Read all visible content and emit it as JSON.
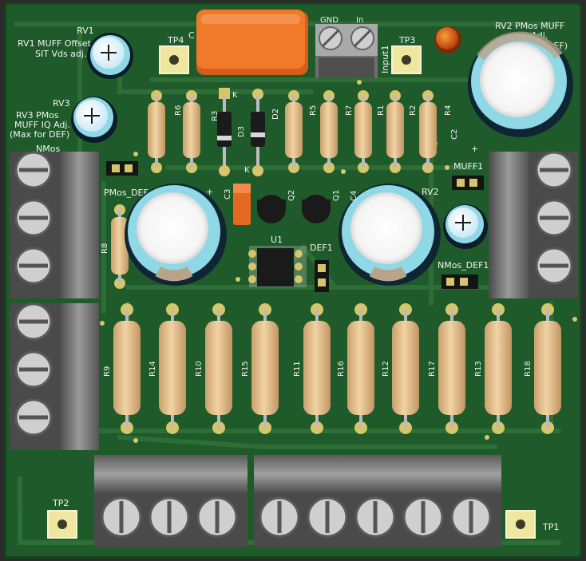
{
  "colors": {
    "board": "#1f5a2a",
    "board_dark": "#174822",
    "trace": "#2d6e36",
    "silk": "#f2f2f2",
    "resistor": "#e7c28c",
    "cap_orange": "#f07a2a",
    "cap_cyan": "#8fd8e6",
    "terminal_gray": "#8a8a8a",
    "pad_gold": "#d7c56c"
  },
  "texts": {
    "rv1": "RV1",
    "rv1_desc_1": "RV1 MUFF Offset",
    "rv1_desc_2": "SIT Vds adj.",
    "rv3": "RV3",
    "rv3_desc_1": "RV3 PMos",
    "rv3_desc_2": "MUFF IQ Adj.",
    "rv3_desc_3": "(Max for DEF)",
    "rv2_desc_1": "RV2 PMos MUFF",
    "rv2_desc_2": "IQ Adj.",
    "rv2_desc_3": "DEF)",
    "rv2": "RV2",
    "tp1": "TP1",
    "tp2": "TP2",
    "tp3": "TP3",
    "tp4": "TP4",
    "gnd": "GND",
    "in": "In",
    "input1": "Input1",
    "c1": "C",
    "c2": "C2",
    "c3": "C3",
    "c4": "C4",
    "q1": "Q1",
    "q2": "Q2",
    "u1": "U1",
    "d2": "D2",
    "d3": "D3",
    "k1": "K",
    "k2": "K",
    "def1": "DEF1",
    "muff1": "MUFF1",
    "pmos_def": "PMos_DEF",
    "nmos_def1": "NMos_DEF1",
    "nmos_top": "NMos",
    "plus": "+",
    "r_top": [
      "R6",
      "R3",
      "R5",
      "R7",
      "R1",
      "R2",
      "R4"
    ],
    "r8": "R8",
    "r_bottom": [
      "R9",
      "R14",
      "R10",
      "R15",
      "R11",
      "R16",
      "R12",
      "R17",
      "R13",
      "R18"
    ]
  }
}
